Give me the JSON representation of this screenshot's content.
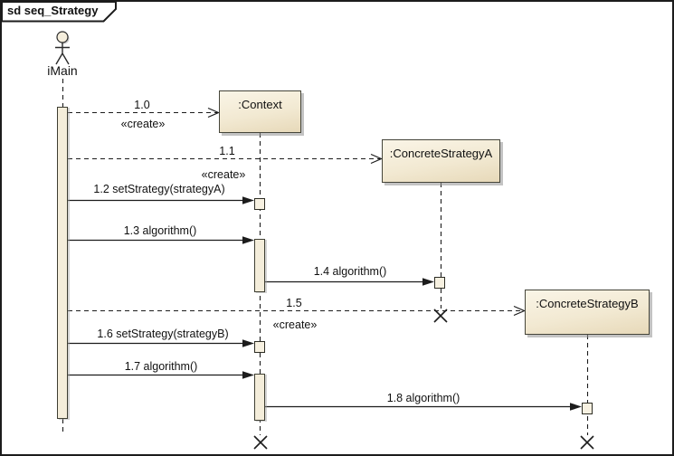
{
  "frame": {
    "title": "sd seq_Strategy"
  },
  "actor": {
    "name": "iMain"
  },
  "objects": [
    {
      "id": "context",
      "label": ":Context"
    },
    {
      "id": "concrete-strategy-a",
      "label": ":ConcreteStrategyA"
    },
    {
      "id": "concrete-strategy-b",
      "label": ":ConcreteStrategyB"
    }
  ],
  "messages": [
    {
      "label": "1.0",
      "stereotype": "«create»",
      "kind": "create",
      "from": "iMain",
      "to": ":Context"
    },
    {
      "label": "1.1",
      "stereotype": "«create»",
      "kind": "create",
      "from": "iMain",
      "to": ":ConcreteStrategyA"
    },
    {
      "label": "1.2 setStrategy(strategyA)",
      "kind": "call",
      "from": "iMain",
      "to": ":Context"
    },
    {
      "label": "1.3 algorithm()",
      "kind": "call",
      "from": "iMain",
      "to": ":Context"
    },
    {
      "label": "1.4 algorithm()",
      "kind": "call",
      "from": ":Context",
      "to": ":ConcreteStrategyA"
    },
    {
      "label": "1.5",
      "stereotype": "«create»",
      "kind": "create",
      "from": "iMain",
      "to": ":ConcreteStrategyB"
    },
    {
      "label": "1.6 setStrategy(strategyB)",
      "kind": "call",
      "from": "iMain",
      "to": ":Context"
    },
    {
      "label": "1.7 algorithm()",
      "kind": "call",
      "from": "iMain",
      "to": ":Context"
    },
    {
      "label": "1.8 algorithm()",
      "kind": "call",
      "from": ":Context",
      "to": ":ConcreteStrategyB"
    }
  ],
  "colors": {
    "background": "#FFFFFF",
    "element_fill_top": "#FAF5E7",
    "element_fill_bottom": "#E7D9B9",
    "element_border": "#45453A",
    "line": "#1C1C1C",
    "shadow": "#919191"
  }
}
